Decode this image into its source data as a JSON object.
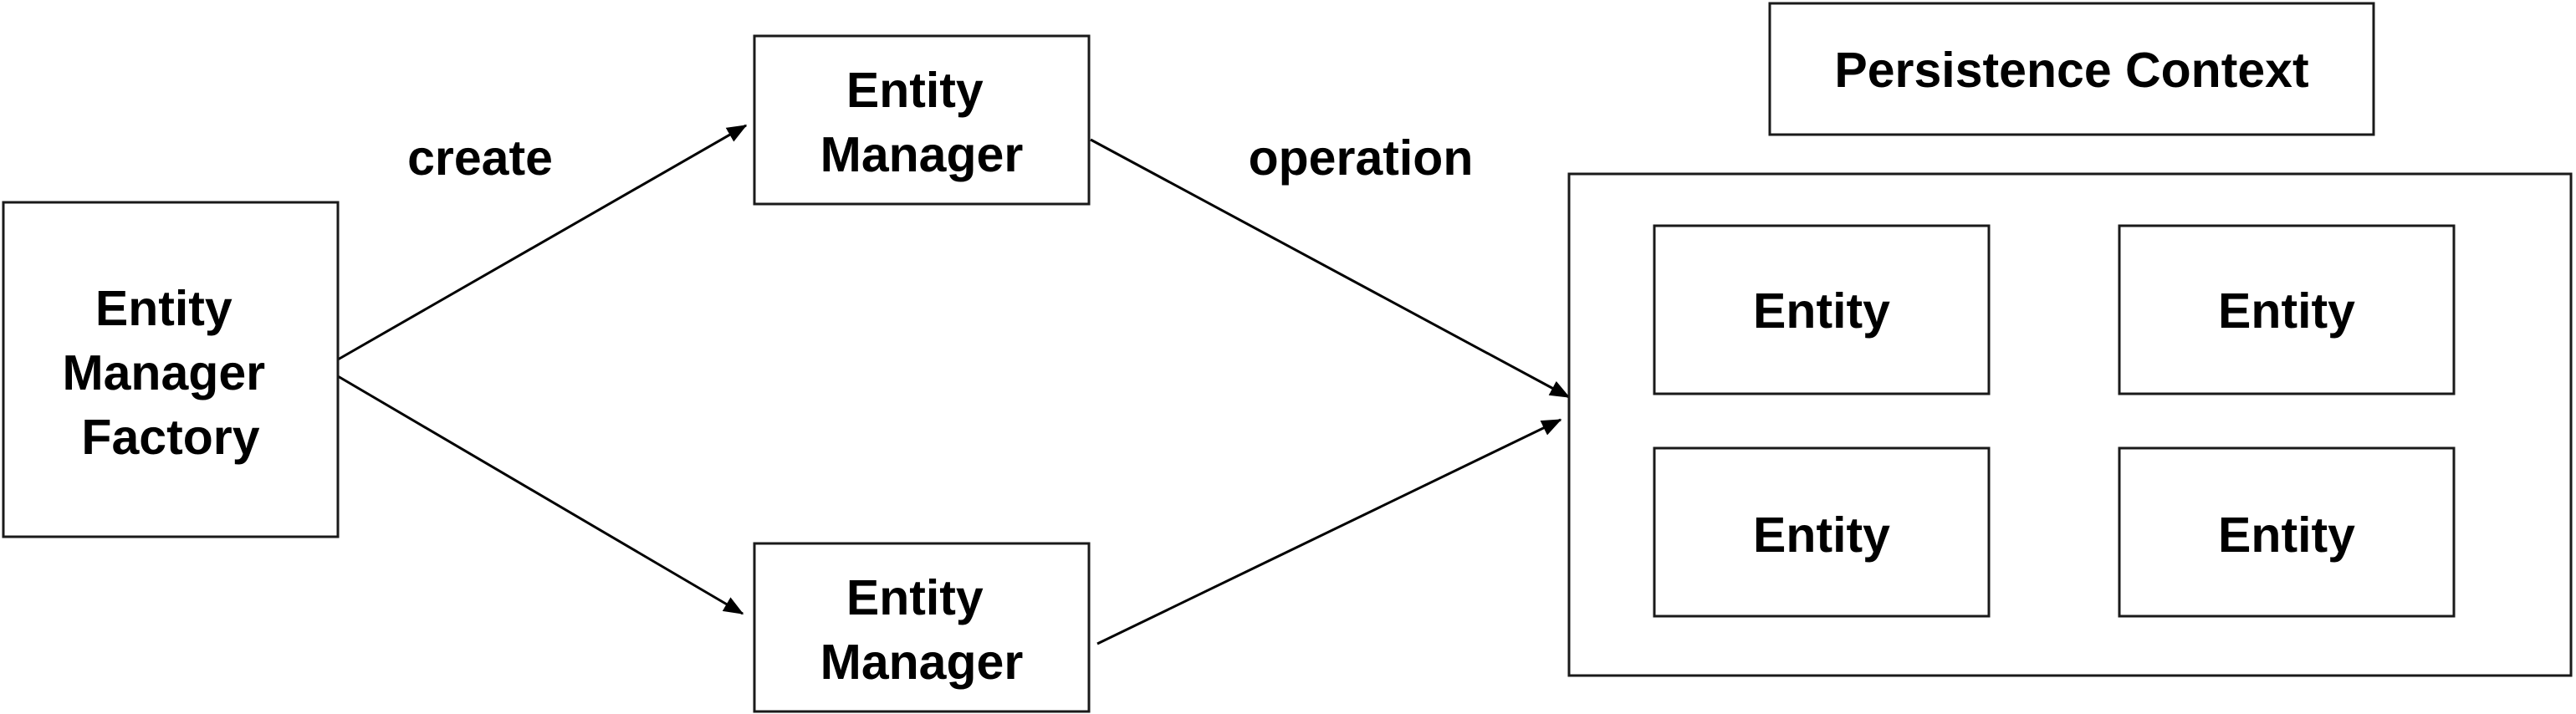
{
  "diagram": {
    "nodes": {
      "factory": {
        "lines": [
          "Entity",
          "Manager",
          "Factory"
        ]
      },
      "manager_top": {
        "lines": [
          "Entity",
          "Manager"
        ]
      },
      "manager_bottom": {
        "lines": [
          "Entity",
          "Manager"
        ]
      },
      "context_title": {
        "lines": [
          "Persistence Context"
        ]
      },
      "entity_1": {
        "lines": [
          "Entity"
        ]
      },
      "entity_2": {
        "lines": [
          "Entity"
        ]
      },
      "entity_3": {
        "lines": [
          "Entity"
        ]
      },
      "entity_4": {
        "lines": [
          "Entity"
        ]
      }
    },
    "edge_labels": {
      "create": "create",
      "operation": "operation"
    }
  },
  "colors": {
    "stroke": "#1a1a1a",
    "text": "#000000",
    "background": "#ffffff"
  }
}
